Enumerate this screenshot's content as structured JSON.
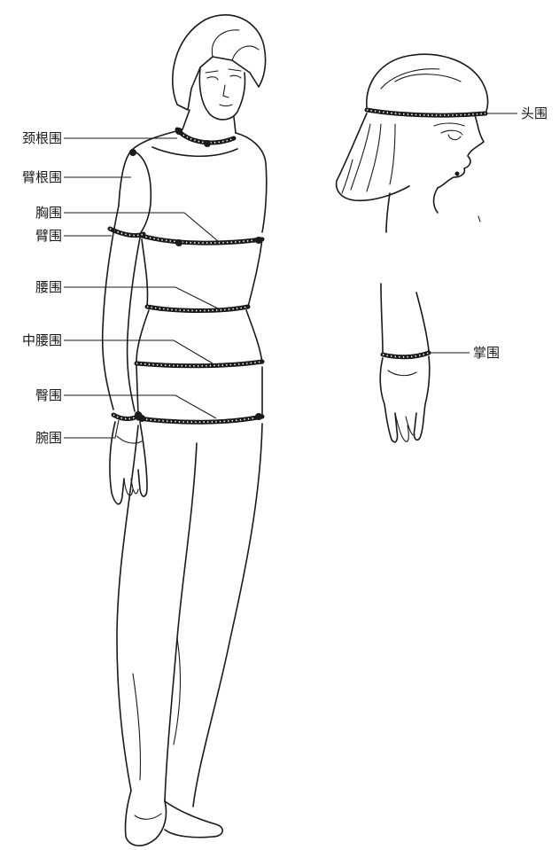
{
  "labels": {
    "neck_base": "颈根围",
    "armhole": "臂根围",
    "chest": "胸围",
    "upper_arm": "臂围",
    "waist": "腰围",
    "middle_waist": "中腰围",
    "hip": "臀围",
    "wrist": "腕围",
    "head": "头围",
    "palm": "掌围"
  }
}
